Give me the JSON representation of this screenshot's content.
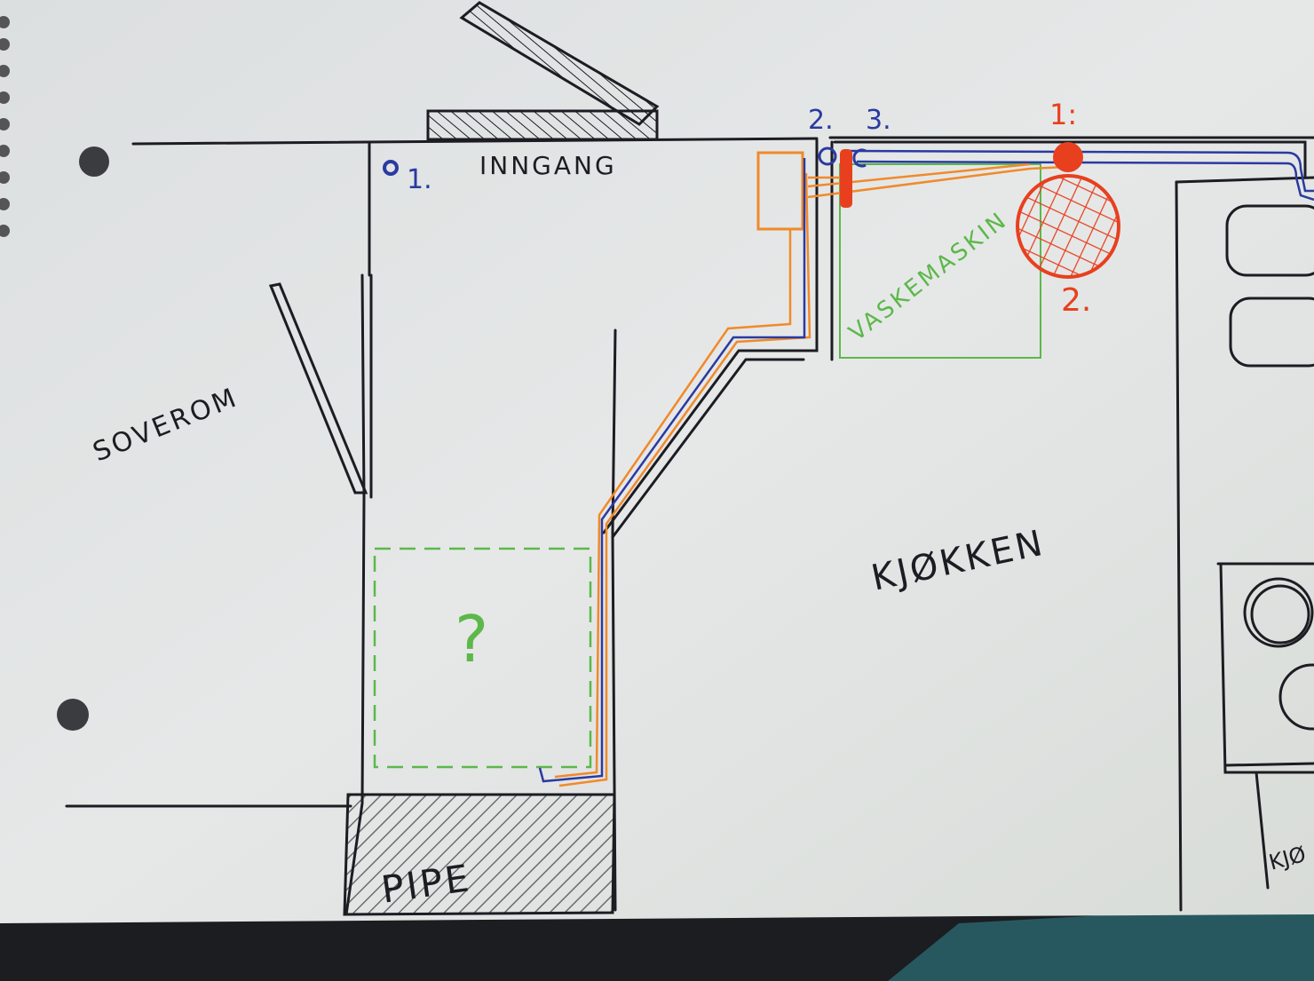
{
  "rooms": {
    "bedroom": "SOVEROM",
    "entrance": "INNGANG",
    "kitchen": "KJØKKEN",
    "kitchen_cut": "KJØ",
    "chimney": "PIPE",
    "washing_machine": "VASKEMASKIN",
    "unknown_area": "?"
  },
  "markers": {
    "blue_1": "1.",
    "blue_2": "2.",
    "blue_3": "3.",
    "red_1": "1:",
    "red_2": "2."
  },
  "colors": {
    "paper": "#e3e5e5",
    "ink": "#1c1c22",
    "blue": "#2a3aa0",
    "orange": "#f08a2a",
    "red": "#e8401f",
    "green": "#5cb84a"
  }
}
